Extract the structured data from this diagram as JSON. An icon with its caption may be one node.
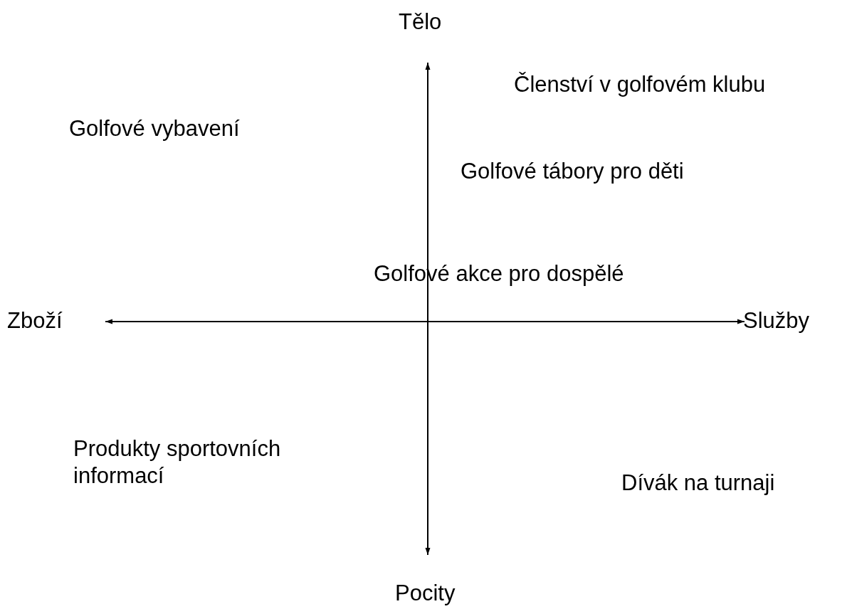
{
  "diagram": {
    "labels": [
      "Tělo",
      "Členství v golfovém klubu",
      "Golfové vybavení",
      "Golfové tábory pro děti",
      "Golfové akce pro dospělé",
      "Zboží",
      "Služby",
      "Produkty sportovních informací",
      "Dívák na turnaji",
      "Pocity"
    ]
  }
}
